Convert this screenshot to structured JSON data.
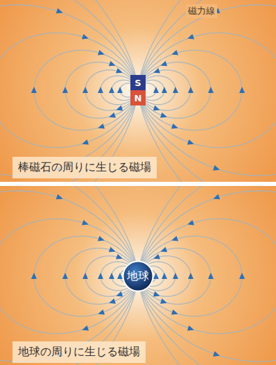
{
  "diagram": {
    "nodes": [
      {
        "text": [
          "S"
        ]
      },
      {
        "text": [
          "N"
        ]
      },
      {
        "text": [
          "地球"
        ]
      }
    ],
    "labels": [
      "磁力線",
      "棒磁石の周りに生じる磁場",
      "地球の周りに生じる磁場"
    ]
  }
}
